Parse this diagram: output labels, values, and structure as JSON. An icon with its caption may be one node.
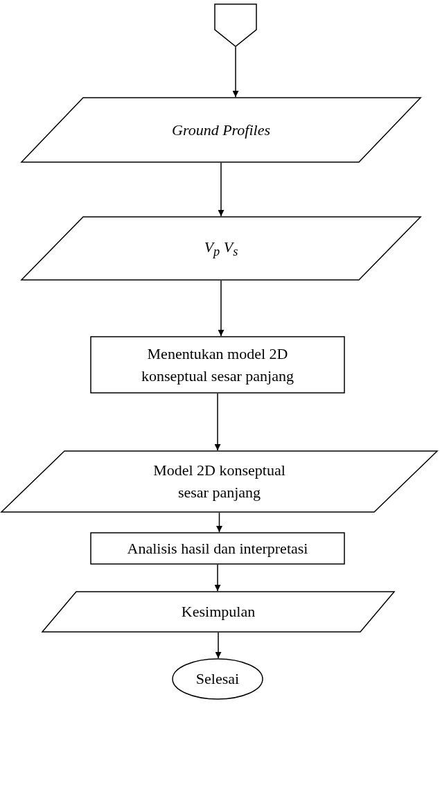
{
  "diagram": {
    "nodes": [
      {
        "text": [],
        "shape": "pentagon"
      },
      {
        "text": [
          "Ground Profiles"
        ]
      },
      {
        "text": [
          "V$_{p}$ V$_{s}$"
        ]
      },
      {
        "text": [
          "Menentukan model  2D konseptual sesar panjang"
        ]
      },
      {
        "text": [
          "Model 2D konseptual sesar panjang"
        ]
      },
      {
        "text": [
          "Analisis hasil dan interpretasi"
        ]
      },
      {
        "text": [
          "Kesimpulan"
        ]
      },
      {
        "text": [
          "Selesai"
        ]
      }
    ],
    "edges": [
      {
        "from": 0,
        "to": 1,
        "arrow": "to"
      },
      {
        "from": 1,
        "to": 2,
        "arrow": "to"
      },
      {
        "from": 2,
        "to": 3,
        "arrow": "to"
      },
      {
        "from": 3,
        "to": 4,
        "arrow": "to"
      },
      {
        "from": 4,
        "to": 5,
        "arrow": "to"
      },
      {
        "from": 5,
        "to": 6,
        "arrow": "to"
      },
      {
        "from": 6,
        "to": 7,
        "arrow": "to"
      }
    ]
  }
}
